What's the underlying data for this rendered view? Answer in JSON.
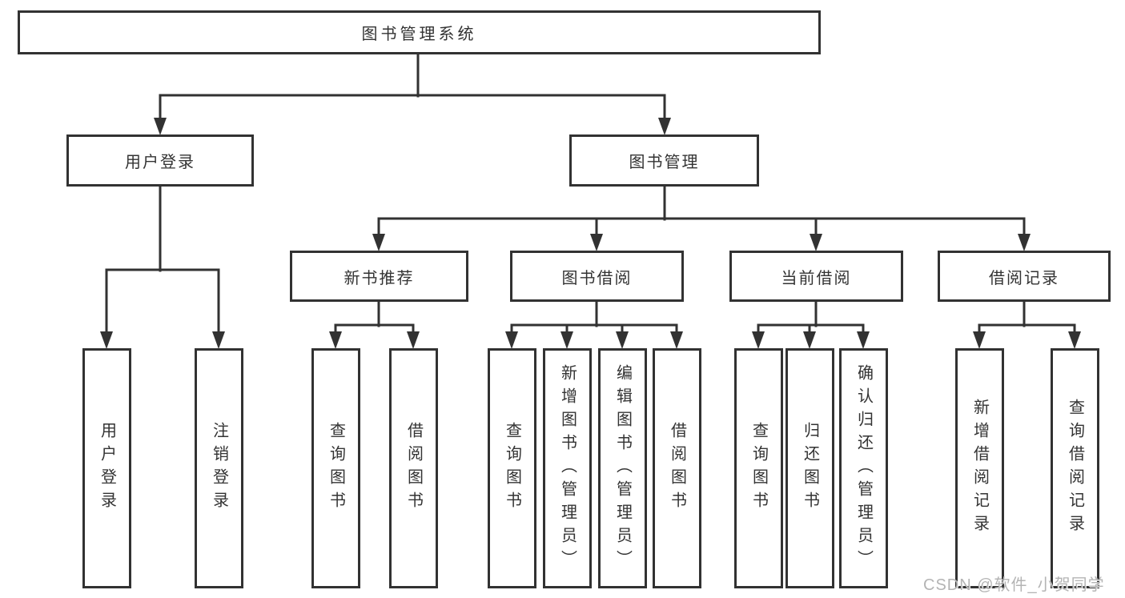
{
  "diagram": {
    "root": {
      "label": "图书管理系统"
    },
    "level2": [
      {
        "label": "用户登录"
      },
      {
        "label": "图书管理"
      }
    ],
    "level3": [
      {
        "label": "新书推荐",
        "parent": "图书管理"
      },
      {
        "label": "图书借阅",
        "parent": "图书管理"
      },
      {
        "label": "当前借阅",
        "parent": "图书管理"
      },
      {
        "label": "借阅记录",
        "parent": "图书管理"
      }
    ],
    "leaves": [
      {
        "label": "用户登录",
        "parent": "用户登录"
      },
      {
        "label": "注销登录",
        "parent": "用户登录"
      },
      {
        "label": "查询图书",
        "parent": "新书推荐"
      },
      {
        "label": "借阅图书",
        "parent": "新书推荐"
      },
      {
        "label": "查询图书",
        "parent": "图书借阅"
      },
      {
        "label": "新增图书（管理员）",
        "parent": "图书借阅"
      },
      {
        "label": "编辑图书（管理员）",
        "parent": "图书借阅"
      },
      {
        "label": "借阅图书",
        "parent": "图书借阅"
      },
      {
        "label": "查询图书",
        "parent": "当前借阅"
      },
      {
        "label": "归还图书",
        "parent": "当前借阅"
      },
      {
        "label": "确认归还（管理员）",
        "parent": "当前借阅"
      },
      {
        "label": "新增借阅记录",
        "parent": "借阅记录"
      },
      {
        "label": "查询借阅记录",
        "parent": "借阅记录"
      }
    ],
    "watermark": "CSDN @软件_小贺同学",
    "colors": {
      "line": "#323232",
      "text": "#333333",
      "box_fill": "#ffffff",
      "background": "#ffffff",
      "watermark": "#b4b4b4"
    }
  }
}
